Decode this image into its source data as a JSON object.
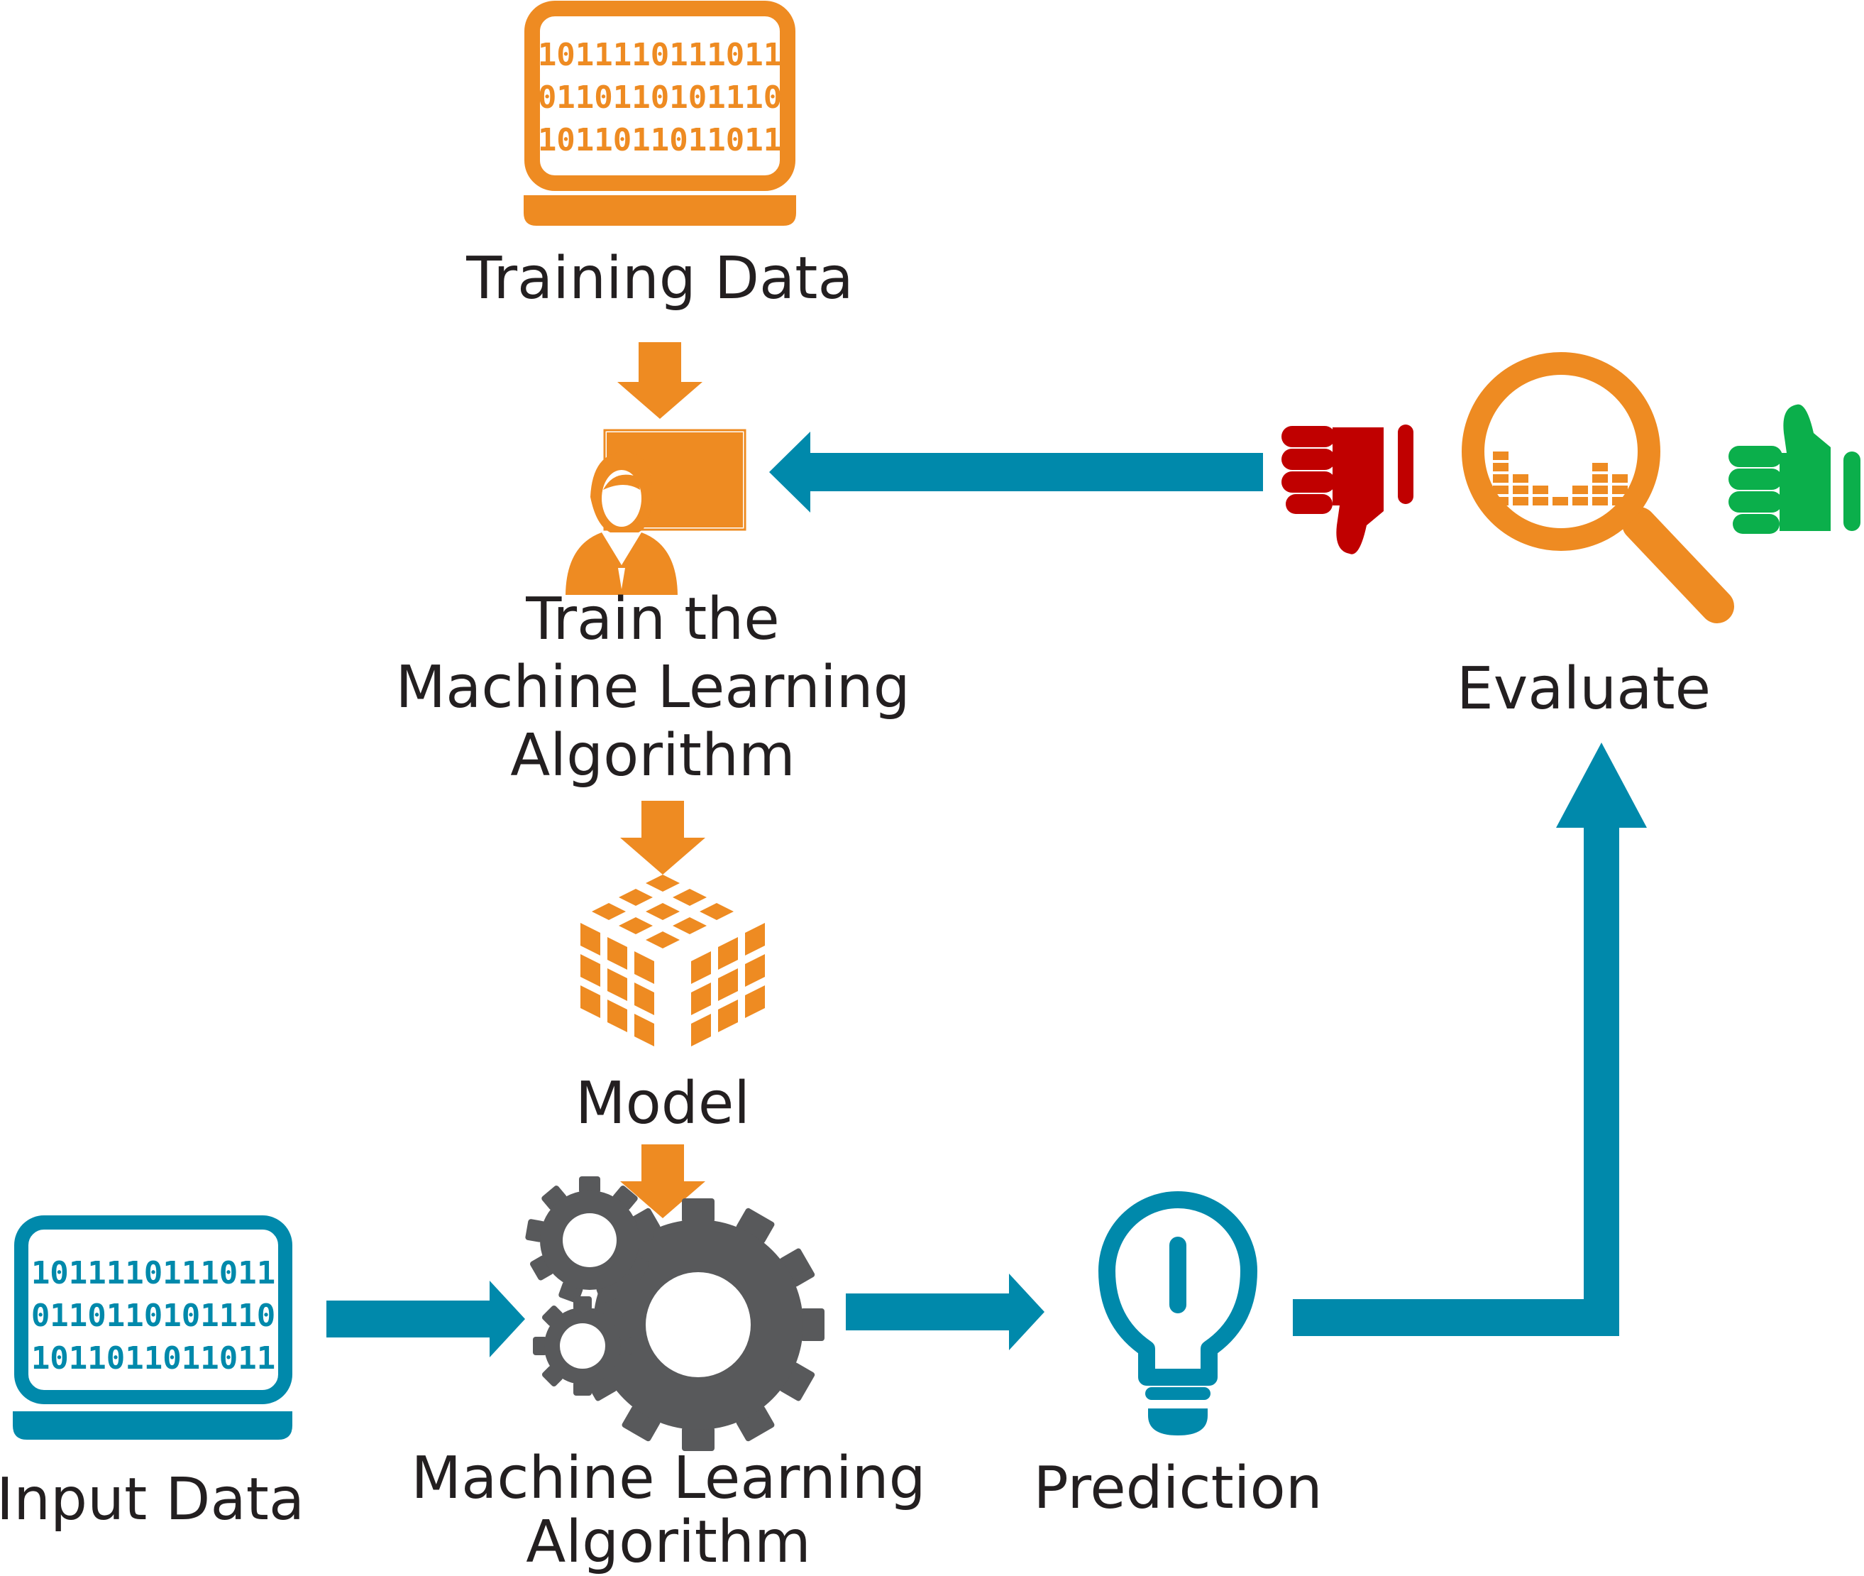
{
  "colors": {
    "orange": "#EE8B22",
    "teal": "#0089AB",
    "gray": "#58595B",
    "red": "#C00000",
    "green": "#0BAF4B",
    "text": "#231F20"
  },
  "nodes": {
    "training_data": {
      "label": "Training Data",
      "icon": "laptop-icon",
      "binary": [
        "1011110111011",
        "0110110101110",
        "1011011011011"
      ]
    },
    "train_algorithm": {
      "label_lines": [
        "Train the",
        "Machine Learning",
        "Algorithm"
      ],
      "icon": "teacher-at-board-icon"
    },
    "model": {
      "label": "Model",
      "icon": "cube-icon"
    },
    "input_data": {
      "label": "Input Data",
      "icon": "laptop-icon",
      "binary": [
        "1011110111011",
        "0110110101110",
        "1011011011011"
      ]
    },
    "ml_algorithm": {
      "label_lines": [
        "Machine Learning",
        "Algorithm"
      ],
      "icon": "gears-icon"
    },
    "prediction": {
      "label": "Prediction",
      "icon": "lightbulb-icon"
    },
    "evaluate": {
      "label": "Evaluate",
      "icon": "magnifier-chart-icon",
      "negative_icon": "thumbs-down-icon",
      "positive_icon": "thumbs-up-icon"
    }
  }
}
